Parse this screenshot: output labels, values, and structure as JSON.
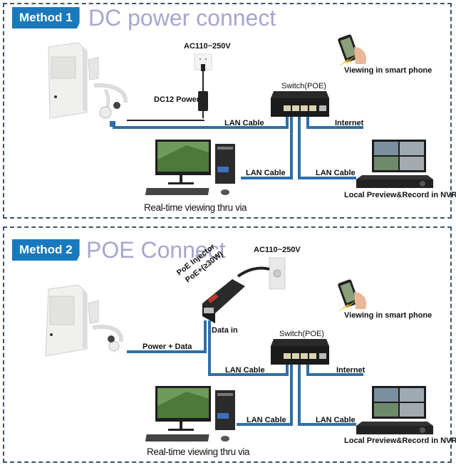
{
  "colors": {
    "badge": "#1979bd",
    "title": "#a6a6cf",
    "cable": "#2e6fa8",
    "border": "#3f5467"
  },
  "method1": {
    "badge": "Method 1",
    "title": "DC power connect",
    "labels": {
      "ac_power": "AC110~250V",
      "dc_power": "DC12 Power",
      "switch": "Switch(POE)",
      "lan_cable_camera": "LAN Cable",
      "internet": "Internet",
      "smartphone": "Viewing in smart phone",
      "lan_cable_pc": "LAN Cable",
      "lan_cable_nvr": "LAN Cable",
      "pc_caption": "Real-time viewing thru via",
      "nvr_caption": "Local Preview&Record in NVR"
    }
  },
  "method2": {
    "badge": "Method 2",
    "title": "POE Connect",
    "labels": {
      "ac_power": "AC110~250V",
      "injector_line1": "PoE Injector",
      "injector_line2": "PoE+(≥30W)",
      "power_data": "Power + Data",
      "data_in": "Data in",
      "switch": "Switch(POE)",
      "lan_cable_injector": "LAN Cable",
      "internet": "Internet",
      "smartphone": "Viewing in smart phone",
      "lan_cable_pc": "LAN Cable",
      "lan_cable_nvr": "LAN Cable",
      "pc_caption": "Real-time viewing thru via",
      "nvr_caption": "Local Preview&Record in NVR"
    }
  },
  "icons": [
    "camera-icon",
    "wall-outlet-icon",
    "power-adapter-icon",
    "poe-switch-icon",
    "smartphone-icon",
    "wireless-bolt-icon",
    "desktop-pc-icon",
    "nvr-icon",
    "poe-injector-icon"
  ]
}
